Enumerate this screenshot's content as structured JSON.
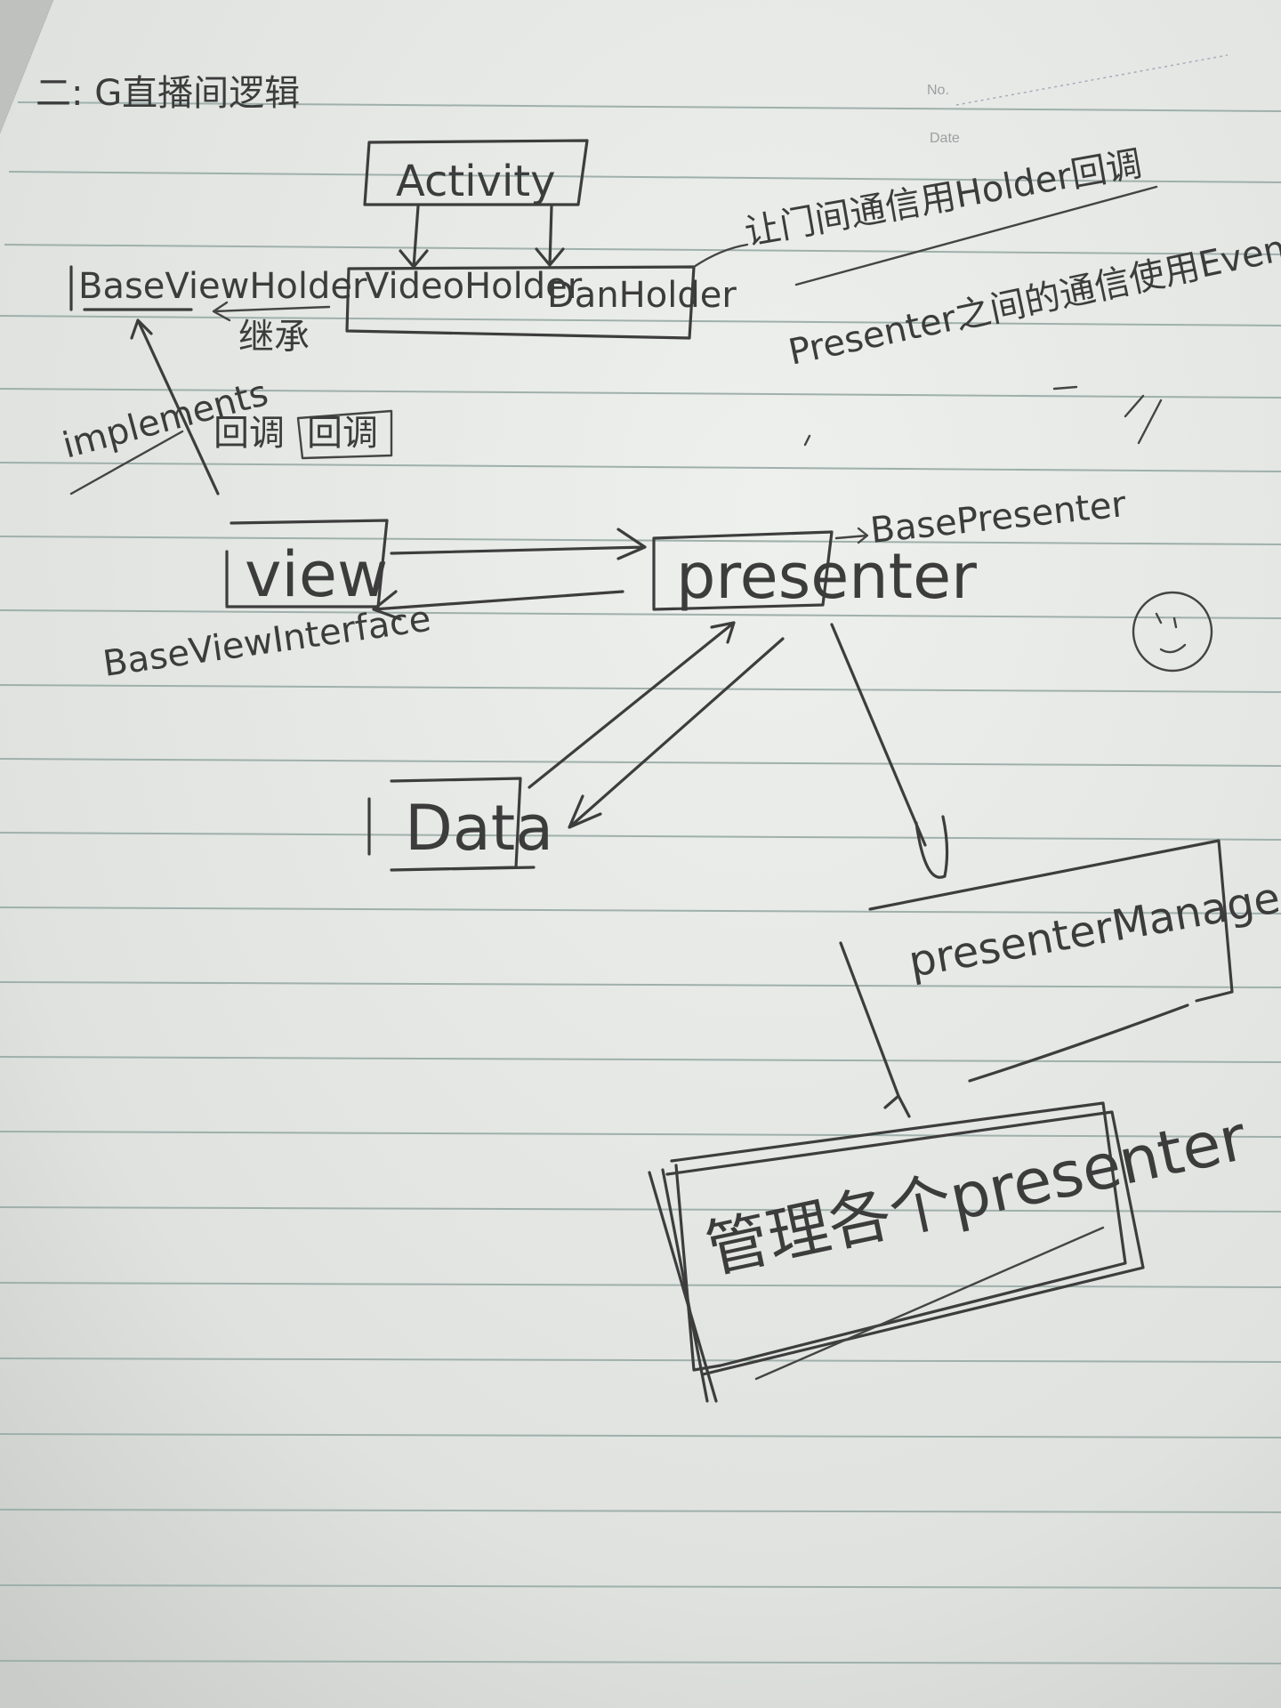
{
  "header": {
    "no_label": "No.",
    "date_label": "Date",
    "title": "二: G直播间逻辑"
  },
  "nodes": {
    "activity": "Activity",
    "base_holder": "BaseViewHolder",
    "video_holder": "VideoHolder",
    "danmu_holder": "DanHolder",
    "view": "view",
    "presenter": "presenter",
    "data": "Data",
    "presenter_manager": "presenterManager",
    "manager_presenter": "管理各个presenter"
  },
  "labels": {
    "inherit": "继承",
    "implements": "implements",
    "callback": "回调",
    "callback2": "回调",
    "base_view_interface": "BaseViewInterface",
    "base_presenter": "BasePresenter",
    "note1": "让门间通信用Holder回调",
    "note2": "Presenter之间的通信使用EventBus"
  },
  "colors": {
    "paper": "#e9ebe8",
    "ink": "#3d3d3d",
    "rule": "#9fb0ac"
  }
}
